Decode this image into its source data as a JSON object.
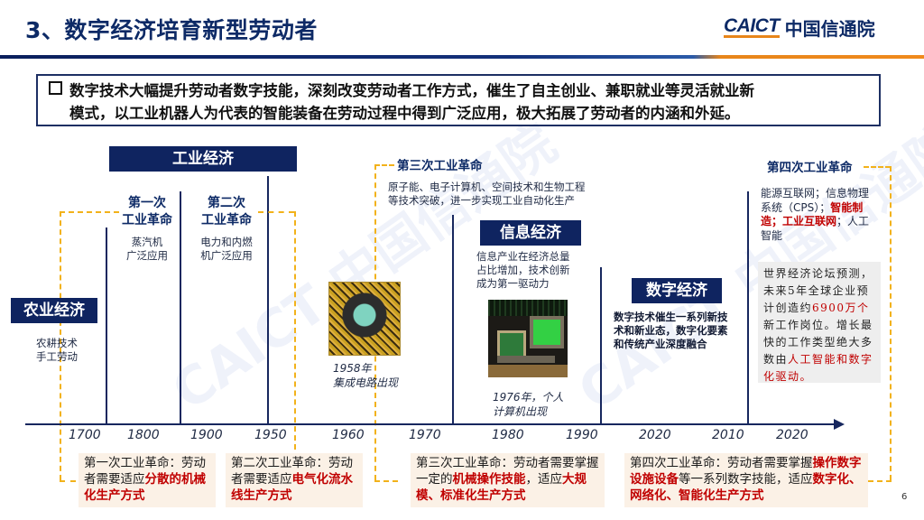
{
  "header": {
    "title": "3、数字经济培育新型劳动者",
    "logo_en": "CAICT",
    "logo_cn": "中国信通院"
  },
  "summary": {
    "line1": "数字技术大幅提升劳动者数字技能，深刻改变劳动者工作方式，催生了自主创业、兼职就业等灵活就业新",
    "line2": "模式，以工业机器人为代表的智能装备在劳动过程中得到广泛应用，极大拓展了劳动者的内涵和外延。"
  },
  "eras": {
    "agriculture": {
      "label": "农业经济",
      "desc": [
        "农耕技术",
        "手工劳动"
      ]
    },
    "industrial": {
      "label": "工业经济"
    },
    "information": {
      "label": "信息经济",
      "desc": [
        "信息产业在经济总量",
        "占比增加，技术创新",
        "成为第一驱动力"
      ]
    },
    "digital": {
      "label": "数字经济",
      "desc": [
        "数字技术催生一系列新技",
        "术和新业态，数字化要素",
        "和传统产业深度融合"
      ]
    }
  },
  "revolutions": {
    "first": {
      "title": [
        "第一次",
        "工业革命"
      ],
      "desc": [
        "蒸汽机",
        "广泛应用"
      ]
    },
    "second": {
      "title": [
        "第二次",
        "工业革命"
      ],
      "desc": [
        "电力和内燃",
        "机广泛应用"
      ]
    },
    "third": {
      "title": "第三次工业革命",
      "desc": [
        "原子能、电子计算机、空间技术和生物工程",
        "等技术突破，进一步实现工业自动化生产"
      ]
    },
    "fourth": {
      "title": "第四次工业革命",
      "desc_parts": [
        {
          "text": "能源互联网；信息物理系统（CPS）；",
          "highlight": false
        },
        {
          "text": "智能制造；工业互联网",
          "highlight": true
        },
        {
          "text": "；人工智能",
          "highlight": false
        }
      ]
    }
  },
  "milestones": {
    "ic": {
      "caption": [
        "1958年",
        "集成电路出现"
      ],
      "image": "integrated-circuit-chip"
    },
    "pc": {
      "caption": [
        "1976年，个人",
        "计算机出现"
      ],
      "image": "vintage-personal-computer"
    }
  },
  "wef_note": {
    "text_a": "世界经济论坛预测，未来5年全球企业预计创造约",
    "highlight_a": "6900万个",
    "text_b": "新工作岗位。增长最快的工作类型绝大多数由",
    "highlight_b": "人工智能和数字化驱动。"
  },
  "timeline": {
    "years": [
      "1700",
      "1800",
      "1900",
      "1950",
      "1960",
      "1970",
      "1980",
      "1990",
      "2020",
      "2010",
      "2020"
    ]
  },
  "labor_requirements": [
    {
      "plain_a": "第一次工业革命：劳动者需要适应",
      "bold_a": "分散的机械化生产方式",
      "plain_b": "",
      "bold_b": "",
      "plain_c": ""
    },
    {
      "plain_a": "第二次工业革命：劳动者需要适应",
      "bold_a": "电气化流水线生产方式",
      "plain_b": "",
      "bold_b": "",
      "plain_c": ""
    },
    {
      "plain_a": "第三次工业革命：劳动者需要掌握一定的",
      "bold_a": "机械操作技能",
      "plain_b": "，适应",
      "bold_b": "大规模、标准化生产方式",
      "plain_c": ""
    },
    {
      "plain_a": "第四次工业革命：劳动者需要掌握",
      "bold_a": "操作数字设施设备",
      "plain_b": "等一系列数字技能，适应",
      "bold_b": "数字化、网络化、智能化生产方式",
      "plain_c": ""
    }
  ],
  "watermark": "CAICT 中国信通院",
  "page_number": "6",
  "colors": {
    "navy": "#0f2460",
    "accent_orange": "#f2b21b",
    "highlight_red": "#c00000",
    "box_bg": "#fbf1e6"
  }
}
